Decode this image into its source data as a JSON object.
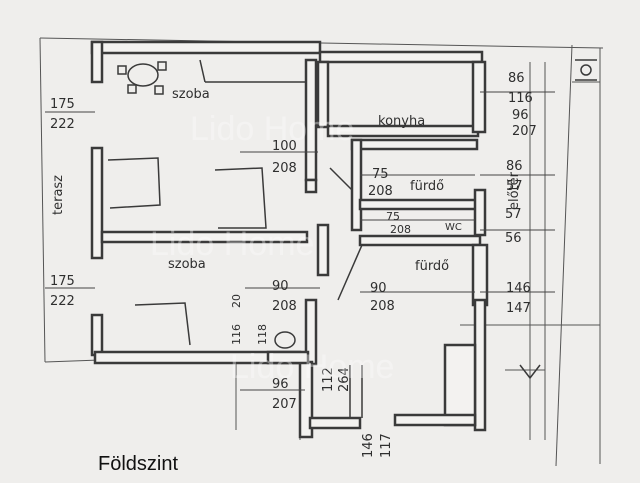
{
  "caption": "Földszint",
  "watermark": [
    "Lido Home",
    "Lido Home",
    "Lido Home"
  ],
  "rooms": {
    "szoba_top": "szoba",
    "konyha": "konyha",
    "furdo_top": "fürdő",
    "wc": "WC",
    "furdo_bottom": "fürdő",
    "szoba_bottom": "szoba",
    "terasz": "terasz",
    "eloter": "előtér"
  },
  "dimensions": {
    "left_top": [
      "175",
      "222"
    ],
    "left_bottom": [
      "175",
      "222"
    ],
    "szoba_door": [
      "100",
      "208"
    ],
    "szoba_bottom_door": [
      "90",
      "208"
    ],
    "hall_door": [
      "96",
      "207"
    ],
    "konyha_right": [
      "86",
      "116"
    ],
    "konyha_window": [
      "96",
      "207"
    ],
    "furdo_top": [
      "75",
      "208"
    ],
    "furdo_right": [
      "86",
      "57"
    ],
    "wc": [
      "75",
      "208"
    ],
    "wc_right": [
      "57",
      "56"
    ],
    "furdo_bottom": [
      "90",
      "208"
    ],
    "furdo_bottom_right": [
      "146",
      "147"
    ],
    "bottom_door": [
      "146",
      "117"
    ],
    "stairs": [
      "112",
      "264"
    ],
    "small_door": [
      "118"
    ],
    "bottom_left_window": [
      "116",
      "20"
    ]
  },
  "colors": {
    "paper": "#efeeec",
    "ink": "#2f2f2f",
    "wall": "#3a3a3a"
  }
}
